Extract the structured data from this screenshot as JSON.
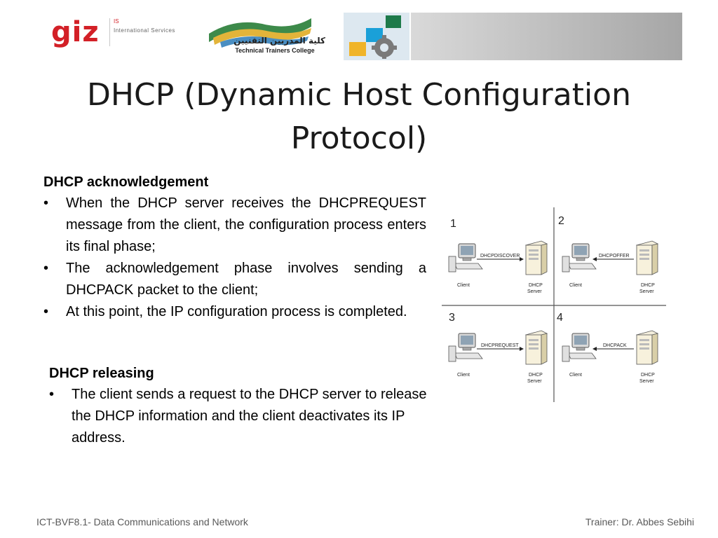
{
  "header": {
    "giz_logo_text": "giz",
    "giz_is_text": "IS",
    "giz_services_text": "International Services",
    "college_arabic_text": "كلية المدربين التقنيين",
    "college_english_text": "Technical Trainers College"
  },
  "title": {
    "line1": "DHCP (Dynamic Host Configuration",
    "line2": "Protocol)"
  },
  "acknowledgement": {
    "heading": "DHCP acknowledgement",
    "bullets": [
      "When the DHCP server receives the DHCPREQUEST message from the client, the configuration process enters its final phase;",
      "The acknowledgement phase involves sending a DHCPACK packet to the client;",
      "At this point, the IP configuration process is completed."
    ]
  },
  "releasing": {
    "heading": "DHCP releasing",
    "bullets": [
      "The client sends a request to the DHCP server to release the DHCP information and the client deactivates its IP address."
    ]
  },
  "diagram": {
    "quadrants": [
      {
        "number": "1",
        "message": "DHCPDISCOVER",
        "direction": "to-server"
      },
      {
        "number": "2",
        "message": "DHCPOFFER",
        "direction": "to-client"
      },
      {
        "number": "3",
        "message": "DHCPREQUEST",
        "direction": "to-server"
      },
      {
        "number": "4",
        "message": "DHCPACK",
        "direction": "to-client"
      }
    ],
    "client_label": "Client",
    "server_label_line1": "DHCP",
    "server_label_line2": "Server"
  },
  "footer": {
    "course": "ICT-BVF8.1- Data Communications and Network",
    "trainer": "Trainer: Dr. Abbes  Sebihi"
  },
  "colors": {
    "giz_red": "#d32027",
    "title_text": "#1a1a1a",
    "footer_text": "#595959"
  }
}
